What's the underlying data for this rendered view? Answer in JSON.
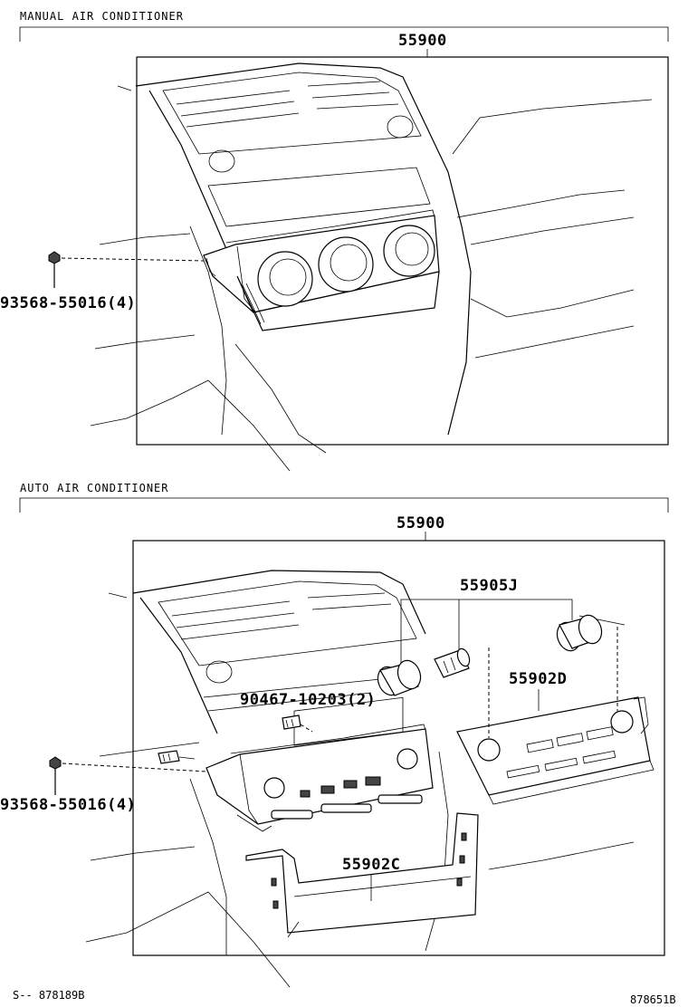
{
  "sections": [
    {
      "title": "MANUAL  AIR  CONDITIONER",
      "assembly_part": "55900",
      "screw_part": "93568-55016(4)"
    },
    {
      "title": "AUTO  AIR  CONDITIONER",
      "assembly_part": "55900",
      "knob_part": "55905J",
      "panel_part": "55902D",
      "bulb_part": "90467-10203(2)",
      "bezel_part": "55902C",
      "screw_part": "93568-55016(4)"
    }
  ],
  "footer": {
    "left_code": "S-- 878189B",
    "right_code": "878651B"
  }
}
